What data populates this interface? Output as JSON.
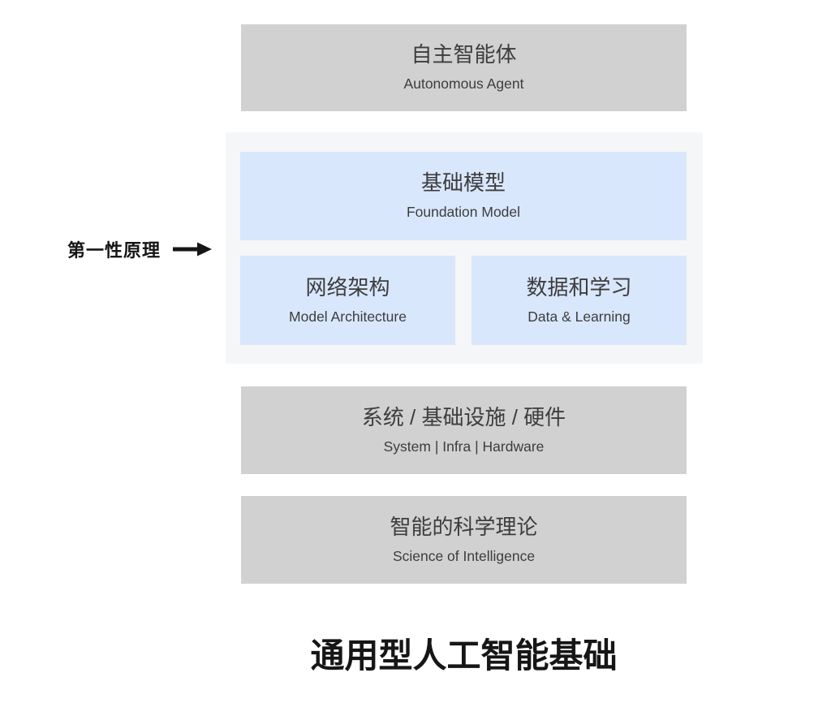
{
  "title": "通用型人工智能基础",
  "side_label": {
    "text": "第一性原理",
    "icon": "arrow-right-icon"
  },
  "layers": {
    "agent": {
      "zh": "自主智能体",
      "en": "Autonomous Agent"
    },
    "foundation": {
      "zh": "基础模型",
      "en": "Foundation Model"
    },
    "architecture": {
      "zh": "网络架构",
      "en": "Model Architecture"
    },
    "data_learning": {
      "zh": "数据和学习",
      "en": "Data & Learning"
    },
    "system": {
      "zh": "系统 / 基础设施 / 硬件",
      "en": "System | Infra | Hardware"
    },
    "science": {
      "zh": "智能的科学理论",
      "en": "Science of Intelligence"
    }
  },
  "colors": {
    "gray_box": "#d1d1d1",
    "blue_box": "#d9e7fc",
    "container_bg": "#f5f6f7",
    "text_dark": "#3d3d3d",
    "text_black": "#161616",
    "page_bg": "#ffffff"
  }
}
